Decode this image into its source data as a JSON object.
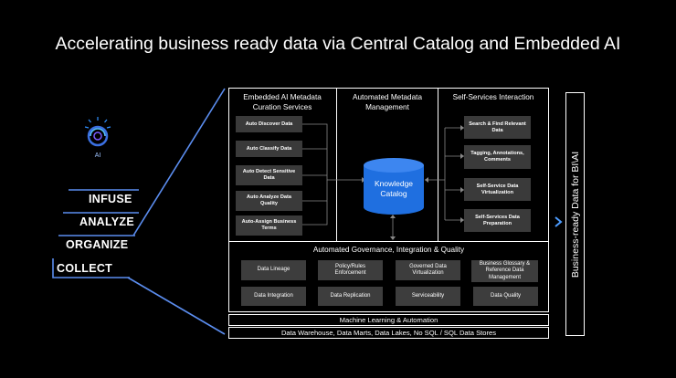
{
  "title": "Accelerating business ready data via Central Catalog and Embedded AI",
  "ai_badge": {
    "icon": "ai-brain-icon",
    "label": "AI"
  },
  "ladder": [
    "INFUSE",
    "ANALYZE",
    "ORGANIZE",
    "COLLECT"
  ],
  "columns": {
    "embedded": {
      "title": "Embedded AI Metadata Curation Services",
      "items": [
        "Auto Discover Data",
        "Auto Classify Data",
        "Auto Detect Sensitive Data",
        "Auto Analyze Data Quality",
        "Auto-Assign Business Terms"
      ]
    },
    "automated": {
      "title": "Automated Metadata Management",
      "catalog": "Knowledge Catalog"
    },
    "selfservice": {
      "title": "Self-Services Interaction",
      "items": [
        "Search & Find Relevant Data",
        "Tagging, Annotations, Comments",
        "Self-Service Data Virtualization",
        "Self-Services Data Preparation"
      ]
    }
  },
  "governance": {
    "title": "Automated Governance, Integration & Quality",
    "items": [
      "Data Lineage",
      "Policy/Rules Enforcement",
      "Governed Data Virtualization",
      "Business Glossary & Reference Data Management",
      "Data Integration",
      "Data Replication",
      "Serviceability",
      "Data Quality"
    ]
  },
  "ml_bar": "Machine Learning  & Automation",
  "stores_bar": "Data Warehouse, Data Marts, Data Lakes, No SQL / SQL Data Stores",
  "side_label": "Business-ready Data for BI\\AI",
  "colors": {
    "accent": "#1f6fe0",
    "ladder_line": "#5b8def",
    "chip": "#3a3a3a"
  }
}
